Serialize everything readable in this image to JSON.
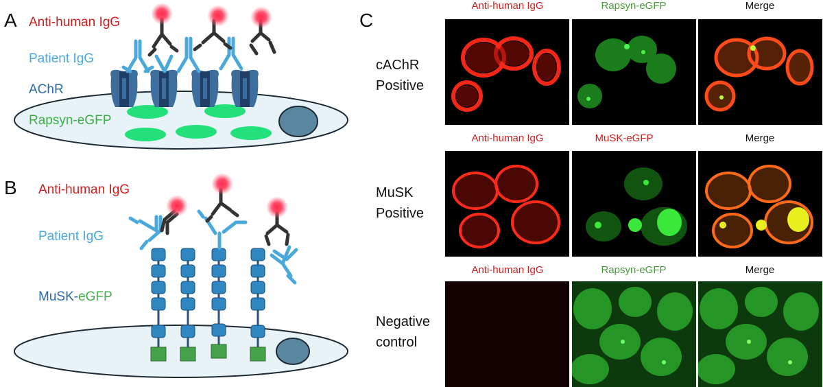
{
  "panel_a": {
    "letter": "A",
    "labels": {
      "anti_human": "Anti-human IgG",
      "patient": "Patient IgG",
      "achr": "AChR",
      "rapsyn": "Rapsyn-eGFP"
    }
  },
  "panel_b": {
    "letter": "B",
    "labels": {
      "anti_human": "Anti-human IgG",
      "patient": "Patient IgG",
      "musk_part1": "MuSK-",
      "musk_part2": "eGFP"
    }
  },
  "panel_c": {
    "letter": "C",
    "rows": [
      {
        "label_line1": "cAChR",
        "label_line2": "Positive",
        "columns": [
          "Anti-human IgG",
          "Rapsyn-eGFP",
          "Merge"
        ]
      },
      {
        "label_line1": "MuSK",
        "label_line2": "Positive",
        "columns": [
          "Anti-human IgG",
          "MuSK-eGFP",
          "Merge"
        ]
      },
      {
        "label_line1": "Negative",
        "label_line2": "control",
        "columns": [
          "Anti-human IgG",
          "Rapsyn-eGFP",
          "Merge"
        ]
      }
    ]
  },
  "colors": {
    "red_label": "#cc2020",
    "light_blue": "#4aa8da",
    "dark_blue": "#2a6aa8",
    "green_label": "#3fae49",
    "cell_fill": "#e8f3f8",
    "nucleus": "#5a87a0",
    "musk_domain": "#2f86c0",
    "egfp": "#45a24a"
  }
}
